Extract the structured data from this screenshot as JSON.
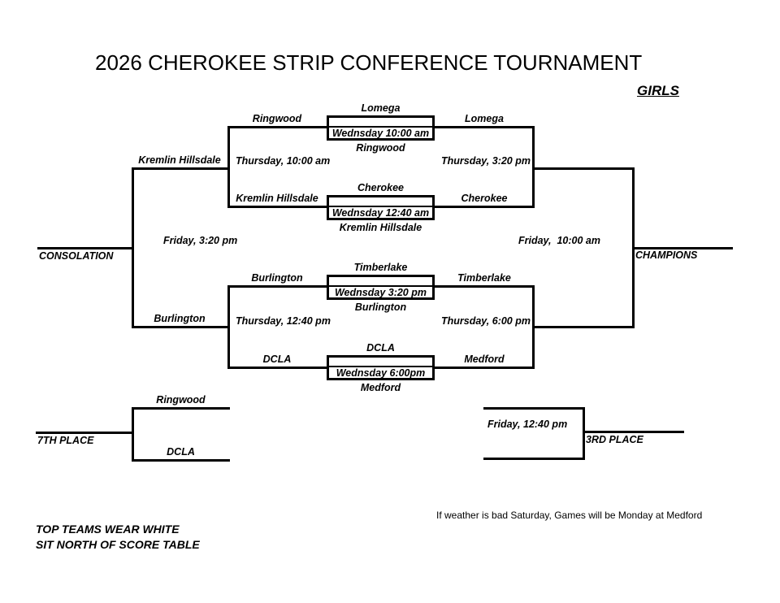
{
  "title": "2026 CHEROKEE STRIP CONFERENCE TOURNAMENT",
  "division": "GIRLS",
  "colors": {
    "line": "#000000",
    "text": "#000000",
    "background": "#ffffff"
  },
  "round1_games": [
    {
      "top_team": "Lomega",
      "time": "Wednsday 10:00 am",
      "bottom_team": "Ringwood",
      "loser_left": "Ringwood",
      "winner_right": "Lomega"
    },
    {
      "top_team": "Cherokee",
      "time": "Wednsday 12:40 am",
      "bottom_team": "Kremlin Hillsdale",
      "loser_left": "Kremlin Hillsdale",
      "winner_right": "Cherokee"
    },
    {
      "top_team": "Timberlake",
      "time": "Wednsday 3:20 pm",
      "bottom_team": "Burlington",
      "loser_left": "Burlington",
      "winner_right": "Timberlake"
    },
    {
      "top_team": "DCLA",
      "time": "Wednsday 6:00pm",
      "bottom_team": "Medford",
      "loser_left": "DCLA",
      "winner_right": "Medford"
    }
  ],
  "consolation_bracket": {
    "semi_top_time": "Thursday, 10:00 am",
    "semi_top_winner": "Kremlin Hillsdale",
    "semi_bottom_time": "Thursday, 12:40 pm",
    "semi_bottom_winner": "Burlington",
    "final_time": "Friday, 3:20 pm",
    "label": "CONSOLATION"
  },
  "championship_bracket": {
    "semi_top_time": "Thursday, 3:20 pm",
    "semi_bottom_time": "Thursday, 6:00 pm",
    "final_time": "Friday,  10:00 am",
    "label": "CHAMPIONS"
  },
  "seventh_place": {
    "label": "7TH PLACE",
    "top_team": "Ringwood",
    "bottom_team": "DCLA"
  },
  "third_place": {
    "label": "3RD PLACE",
    "time": "Friday, 12:40 pm"
  },
  "notes": {
    "weather": "If weather is bad Saturday, Games will be Monday at Medford",
    "rule1": "TOP TEAMS WEAR WHITE",
    "rule2": "SIT NORTH OF SCORE TABLE"
  }
}
